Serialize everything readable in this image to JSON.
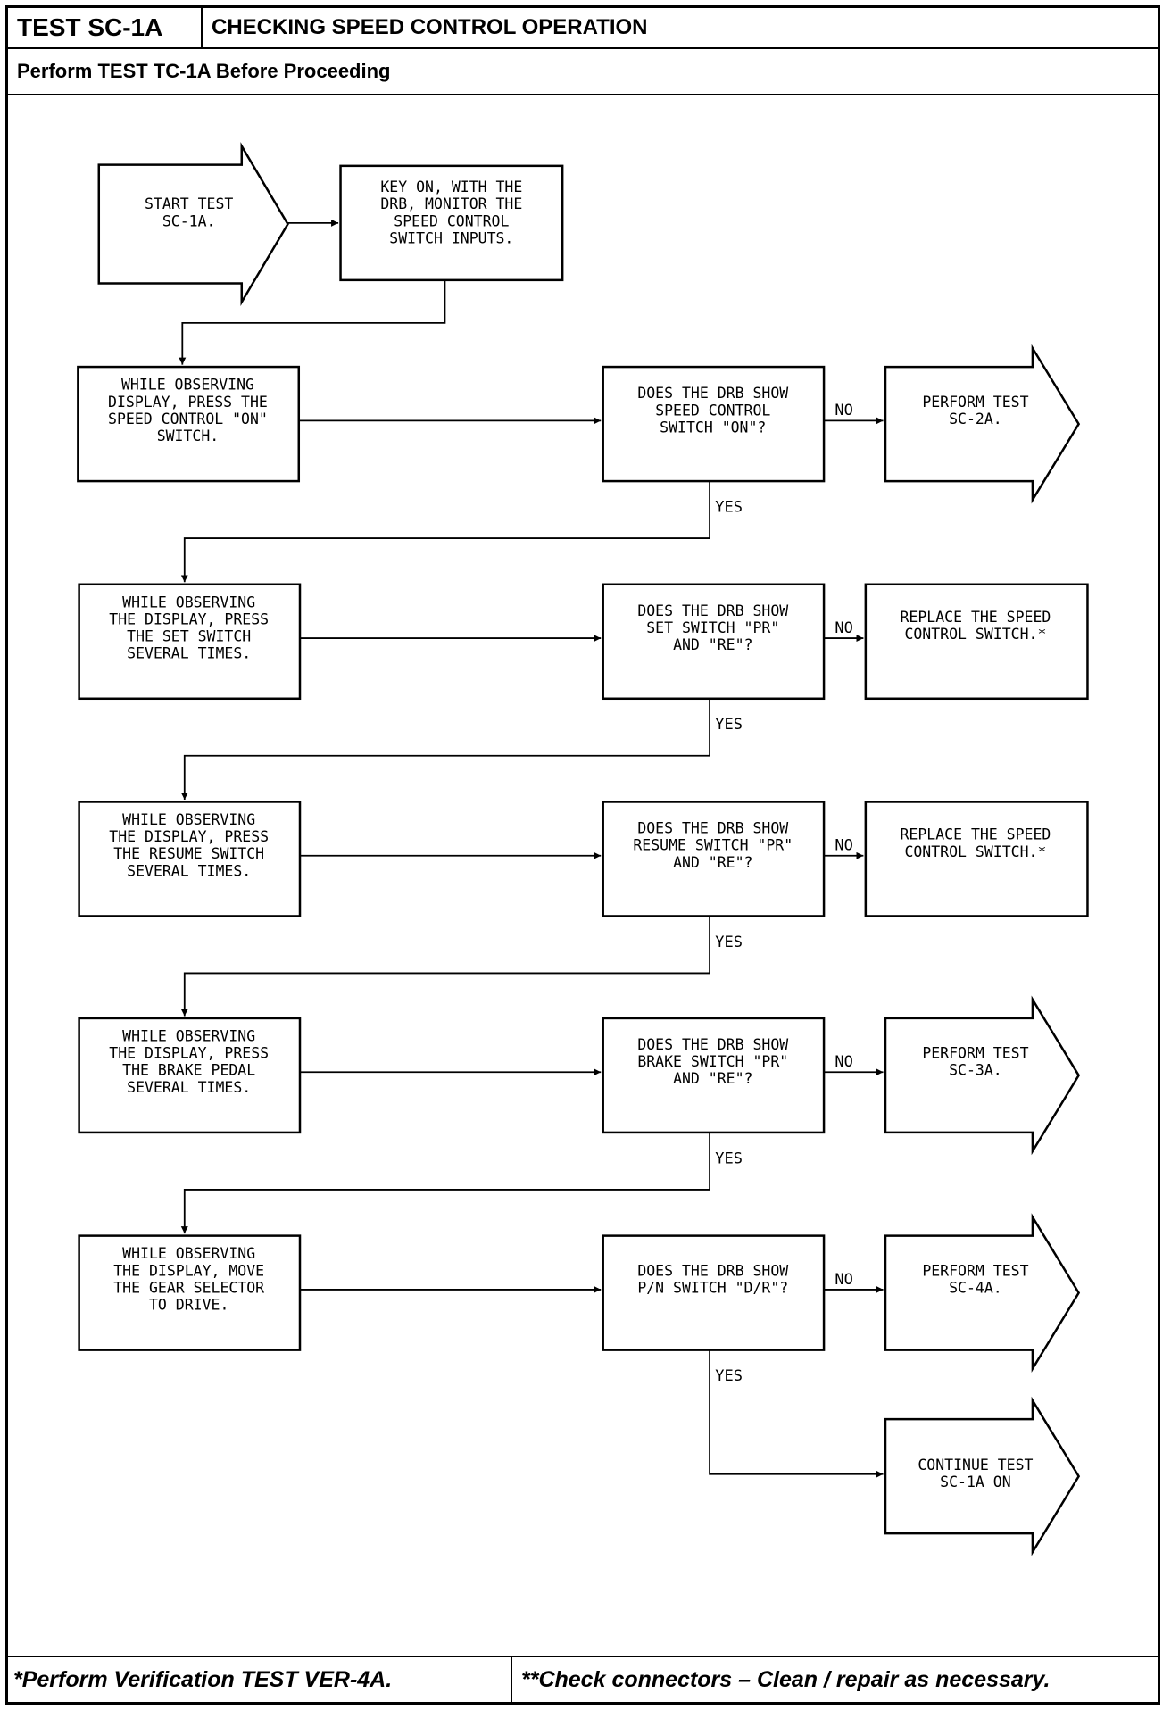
{
  "header": {
    "test_id": "TEST SC-1A",
    "test_title": "CHECKING SPEED CONTROL OPERATION",
    "prerequisite": "Perform TEST TC-1A Before Proceeding"
  },
  "footer": {
    "note_left": "*Perform Verification TEST VER-4A.",
    "note_right": "**Check connectors – Clean / repair as necessary."
  },
  "flow": {
    "start": [
      "START TEST",
      "SC-1A."
    ],
    "key_on": [
      "KEY ON, WITH THE",
      "DRB, MONITOR THE",
      "SPEED CONTROL",
      "SWITCH INPUTS."
    ],
    "rows": [
      {
        "action": [
          "WHILE OBSERVING",
          "DISPLAY, PRESS THE",
          "SPEED CONTROL \"ON\"",
          "SWITCH."
        ],
        "question": [
          "DOES THE DRB SHOW",
          "SPEED CONTROL",
          "SWITCH \"ON\"?"
        ],
        "no_label": "NO",
        "yes_label": "YES",
        "no_result": [
          "PERFORM TEST",
          "SC-2A."
        ]
      },
      {
        "action": [
          "WHILE OBSERVING",
          "THE DISPLAY, PRESS",
          "THE SET SWITCH",
          "SEVERAL TIMES."
        ],
        "question": [
          "DOES THE DRB SHOW",
          "SET SWITCH \"PR\"",
          "AND \"RE\"?"
        ],
        "no_label": "NO",
        "yes_label": "YES",
        "no_result": [
          "REPLACE THE SPEED",
          "CONTROL SWITCH.*"
        ]
      },
      {
        "action": [
          "WHILE OBSERVING",
          "THE DISPLAY, PRESS",
          "THE RESUME SWITCH",
          "SEVERAL TIMES."
        ],
        "question": [
          "DOES THE DRB SHOW",
          "RESUME SWITCH \"PR\"",
          "AND \"RE\"?"
        ],
        "no_label": "NO",
        "yes_label": "YES",
        "no_result": [
          "REPLACE THE SPEED",
          "CONTROL SWITCH.*"
        ]
      },
      {
        "action": [
          "WHILE OBSERVING",
          "THE DISPLAY, PRESS",
          "THE BRAKE PEDAL",
          "SEVERAL TIMES."
        ],
        "question": [
          "DOES THE DRB SHOW",
          "BRAKE SWITCH \"PR\"",
          "AND \"RE\"?"
        ],
        "no_label": "NO",
        "yes_label": "YES",
        "no_result": [
          "PERFORM TEST",
          "SC-3A."
        ]
      },
      {
        "action": [
          "WHILE OBSERVING",
          "THE DISPLAY, MOVE",
          "THE GEAR SELECTOR",
          "TO DRIVE."
        ],
        "question": [
          "DOES THE DRB SHOW",
          "P/N SWITCH \"D/R\"?"
        ],
        "no_label": "NO",
        "yes_label": "YES",
        "no_result": [
          "PERFORM TEST",
          "SC-4A."
        ]
      }
    ],
    "final": [
      "CONTINUE TEST",
      "SC-1A ON"
    ]
  }
}
